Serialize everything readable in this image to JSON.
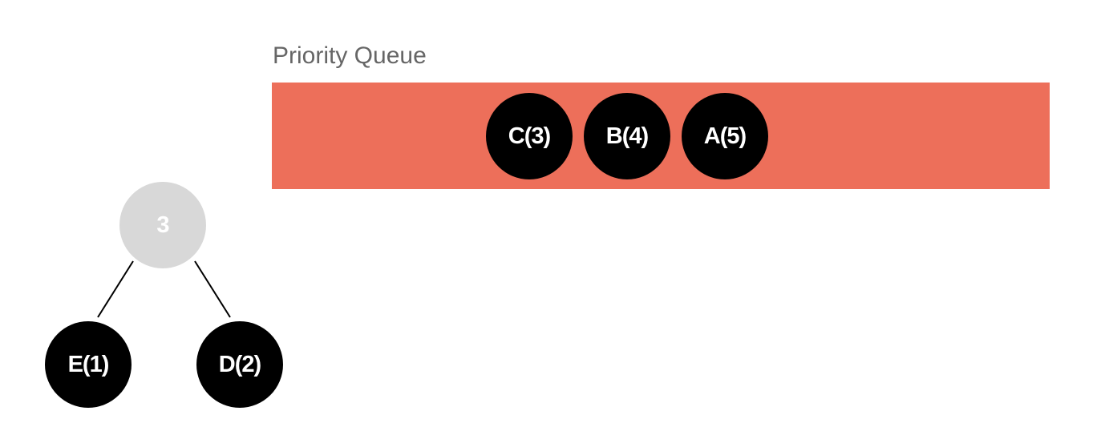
{
  "title": "Priority Queue",
  "colors": {
    "queue_bar": "#ED6F5A",
    "node_fill": "#000000",
    "node_text": "#FFFFFF",
    "parent_fill": "#D8D8D8",
    "title_text": "#666666"
  },
  "queue": {
    "items": [
      "C(3)",
      "B(4)",
      "A(5)"
    ]
  },
  "tree": {
    "parent": "3",
    "left": "E(1)",
    "right": "D(2)"
  }
}
